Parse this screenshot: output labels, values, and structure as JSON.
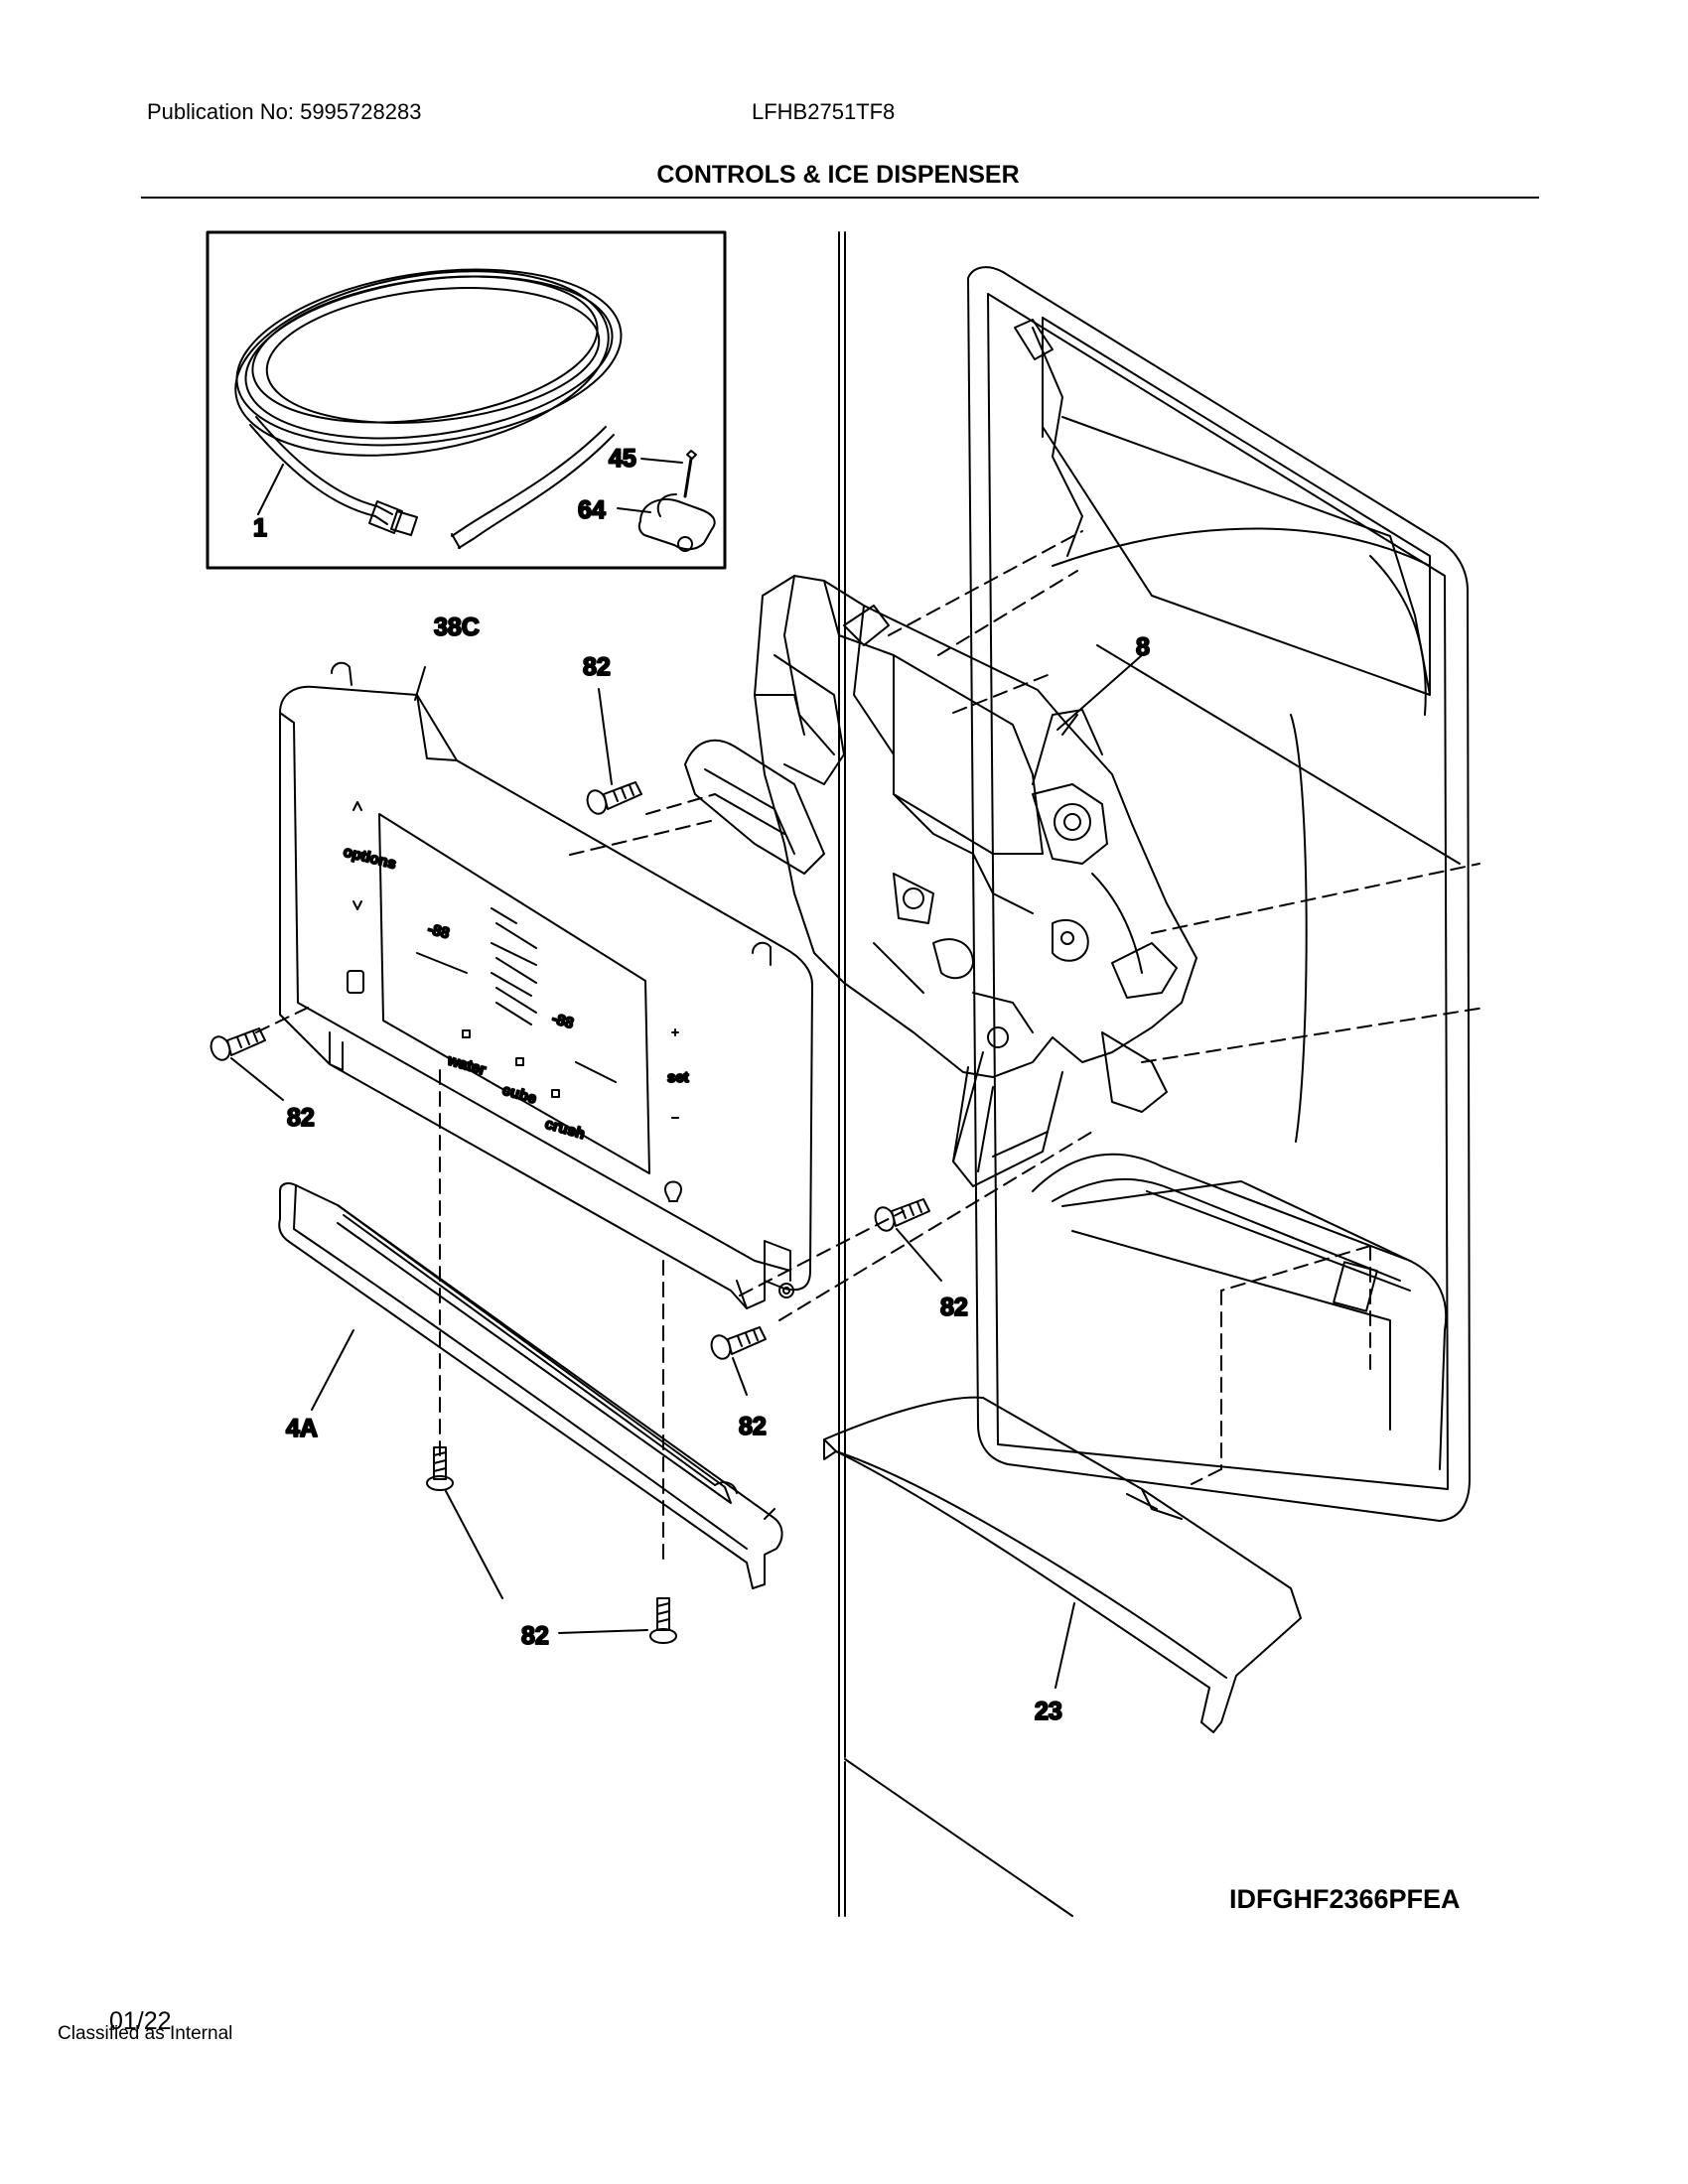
{
  "header": {
    "publication": "Publication No: 5995728283",
    "model": "LFHB2751TF8",
    "title": "CONTROLS & ICE DISPENSER"
  },
  "callouts": {
    "c1": "1",
    "c45": "45",
    "c64": "64",
    "c38c": "38C",
    "c82a": "82",
    "c8": "8",
    "c82b": "82",
    "c82c": "82",
    "c82d": "82",
    "c4a": "4A",
    "c82e": "82",
    "c23": "23"
  },
  "panel": {
    "btn_water": "water",
    "btn_cube": "cube",
    "btn_crush": "crush",
    "btn_options": "options",
    "btn_set": "set",
    "display_left": "-88",
    "display_right": "-88"
  },
  "footer": {
    "diagram_code": "IDFGHF2366PFEA",
    "date": "01/22",
    "classification": "Classified as Internal"
  }
}
